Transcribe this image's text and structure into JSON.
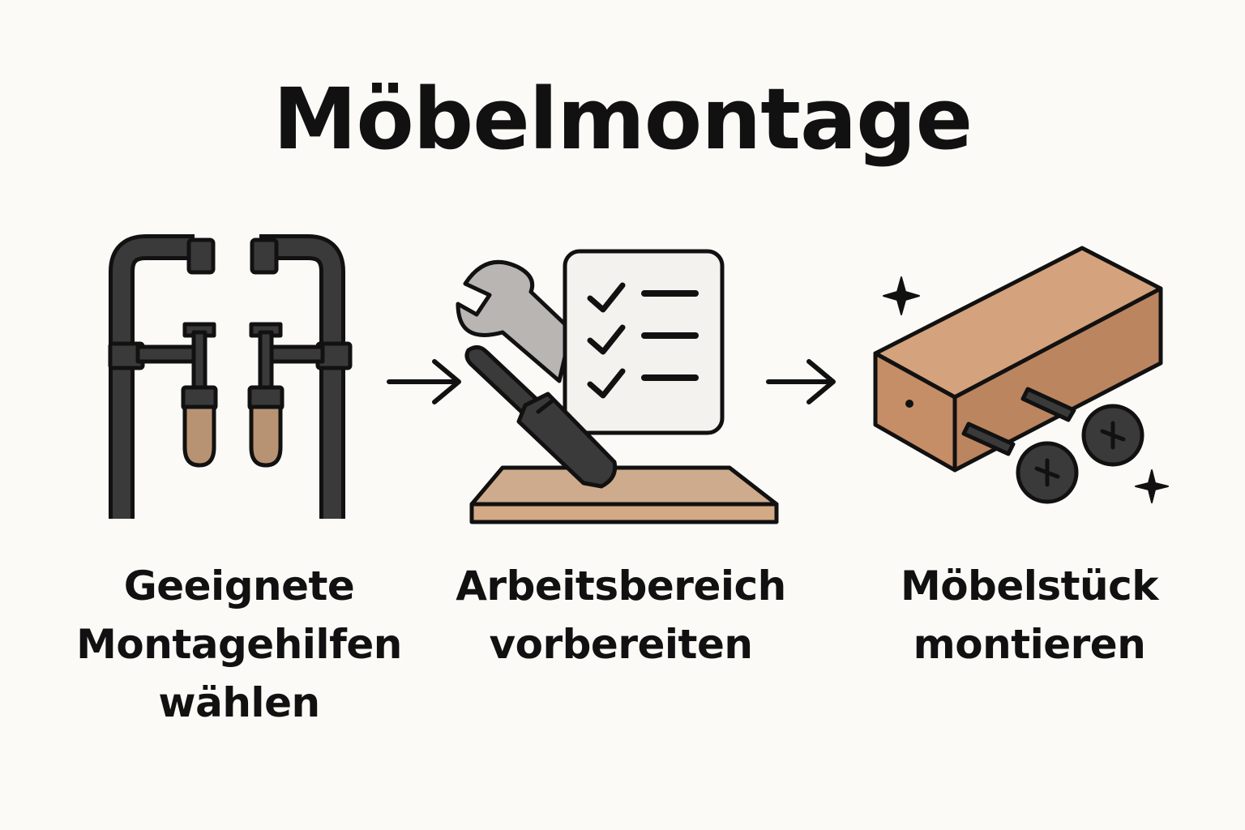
{
  "title": "Möbelmontage",
  "colors": {
    "background": "#fbfaf6",
    "ink": "#111111",
    "tool_dark": "#3a3a3a",
    "wood": "#c58e66",
    "wood_light": "#d4a986",
    "board": "#cfab8d",
    "handle": "#b89373",
    "wrench": "#b8b5b2",
    "paper": "#f3f2ee"
  },
  "steps": [
    {
      "icon": "clamps-icon",
      "lines": [
        "Geeignete",
        "Montagehilfen",
        "wählen"
      ]
    },
    {
      "icon": "workspace-tools-checklist-icon",
      "lines": [
        "Arbeitsbereich",
        "vorbereiten"
      ]
    },
    {
      "icon": "wood-block-screws-icon",
      "lines": [
        "Möbelstück",
        "montieren"
      ]
    }
  ],
  "arrows": [
    "arrow-right-icon",
    "arrow-right-icon"
  ]
}
